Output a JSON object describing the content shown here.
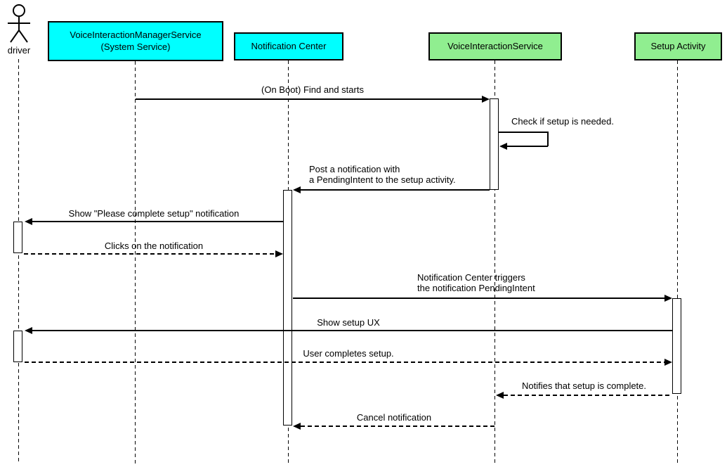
{
  "diagram_type": "uml-sequence",
  "colors": {
    "system_participant": "#00FFFF",
    "service_participant": "#90EE90",
    "line": "#000000",
    "background": "#FFFFFF"
  },
  "participants": [
    {
      "id": "driver",
      "kind": "actor",
      "label": "driver"
    },
    {
      "id": "voice-interaction-manager-service",
      "kind": "box",
      "label": "VoiceInteractionManagerService\n(System Service)",
      "color": "#00FFFF"
    },
    {
      "id": "notification-center",
      "kind": "box",
      "label": "Notification Center",
      "color": "#00FFFF"
    },
    {
      "id": "voice-interaction-service",
      "kind": "box",
      "label": "VoiceInteractionService",
      "color": "#90EE90"
    },
    {
      "id": "setup-activity",
      "kind": "box",
      "label": "Setup Activity",
      "color": "#90EE90"
    }
  ],
  "messages": [
    {
      "label": "(On Boot) Find and starts",
      "from": "voice-interaction-manager-service",
      "to": "voice-interaction-service",
      "line": "solid"
    },
    {
      "label": "Check if setup is needed.",
      "from": "voice-interaction-service",
      "to": "voice-interaction-service",
      "line": "solid"
    },
    {
      "label": "Post a notification with\na PendingIntent to the setup activity.",
      "from": "voice-interaction-service",
      "to": "notification-center",
      "line": "solid"
    },
    {
      "label": "Show \"Please complete setup\" notification",
      "from": "notification-center",
      "to": "driver",
      "line": "solid"
    },
    {
      "label": "Clicks on the notification",
      "from": "driver",
      "to": "notification-center",
      "line": "dashed"
    },
    {
      "label": "Notification Center triggers\nthe notification PendingIntent",
      "from": "notification-center",
      "to": "setup-activity",
      "line": "solid"
    },
    {
      "label": "Show setup UX",
      "from": "setup-activity",
      "to": "driver",
      "line": "solid"
    },
    {
      "label": "User completes setup.",
      "from": "driver",
      "to": "setup-activity",
      "line": "dashed"
    },
    {
      "label": "Notifies that setup is complete.",
      "from": "setup-activity",
      "to": "voice-interaction-service",
      "line": "dashed"
    },
    {
      "label": "Cancel notification",
      "from": "voice-interaction-service",
      "to": "notification-center",
      "line": "dashed"
    }
  ]
}
